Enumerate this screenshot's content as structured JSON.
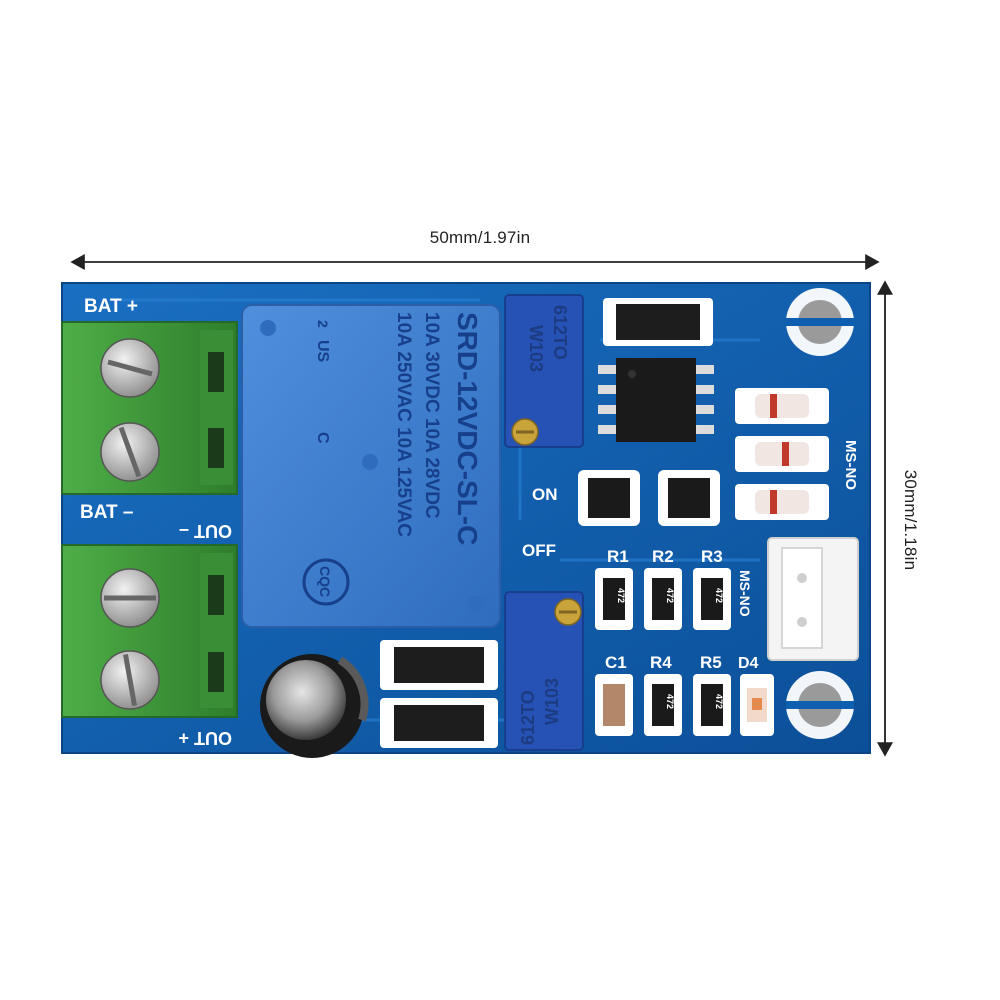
{
  "dimensions": {
    "width_label": "50mm/1.97in",
    "height_label": "30mm/1.18in"
  },
  "board": {
    "silkscreen": {
      "bat_plus": "BAT +",
      "bat_minus": "BAT –",
      "out_minus": "OUT –",
      "out_plus": "OUT +",
      "on_label": "ON",
      "off_label": "OFF",
      "ms_no_top": "MS-NO",
      "ms_no_side": "MS-NO",
      "r1": "R1",
      "r2": "R2",
      "r3": "R3",
      "c1": "C1",
      "r4": "R4",
      "r5": "R5",
      "d4": "D4"
    },
    "relay": {
      "model": "SRD-12VDC-SL-C",
      "rating_1": "10A 250VAC  10A 125VAC",
      "rating_2": "10A 30VDC   10A 28VDC",
      "cert_cqc": "CQC",
      "cert_us": "US",
      "cert_c": "C",
      "cert_2": "2"
    },
    "pots": {
      "top_line1": "612TO",
      "top_line2": "W103",
      "bottom_line1": "612TO",
      "bottom_line2": "W103"
    },
    "resistor_code": "472"
  },
  "colors": {
    "pcb": "#0f5fb0",
    "terminal": "#3f9a3a",
    "relay": "#3d7fd1",
    "pot": "#2552b4"
  }
}
